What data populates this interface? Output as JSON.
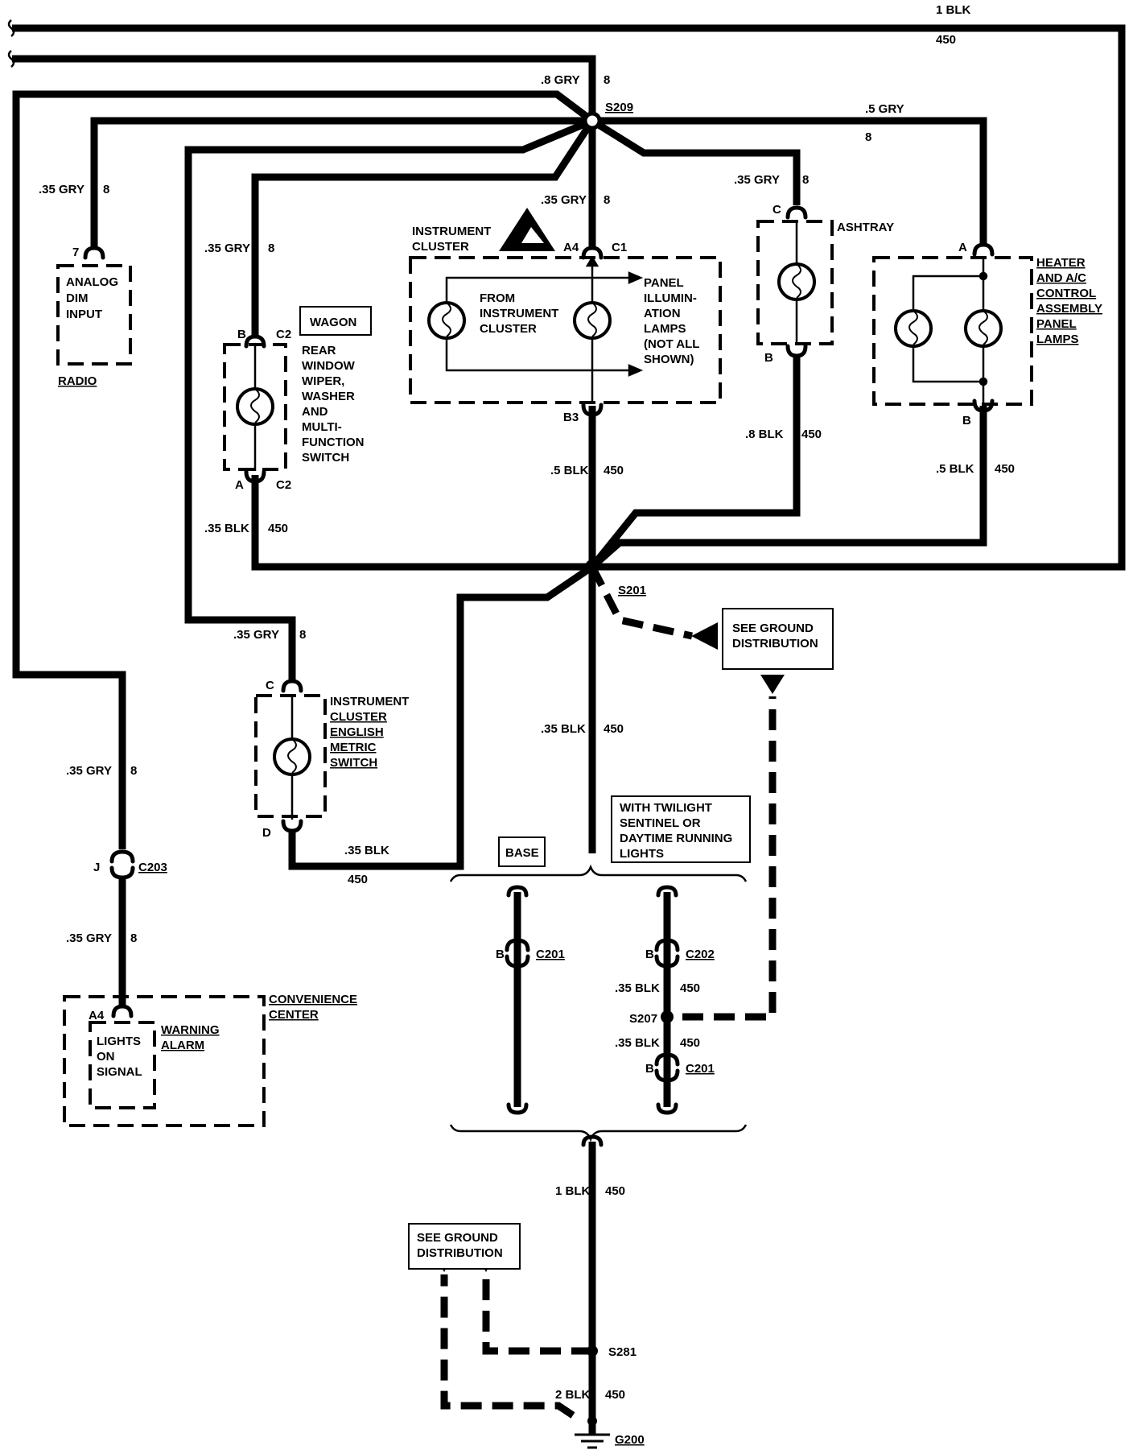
{
  "wires": {
    "top_blk": "1 BLK",
    "top_450": "450",
    "s209_gry": ".8 GRY",
    "s209_8": "8",
    "splice_s209": "S209",
    "right_gry": ".5 GRY",
    "right_8": "8",
    "radio_gry": ".35 GRY",
    "radio_8": "8",
    "ic_gry": ".35 GRY",
    "ic_8": "8",
    "ash_gry": ".35 GRY",
    "ash_8": "8",
    "wiper_gry": ".35 GRY",
    "wiper_8": "8",
    "ash_blk": ".8 BLK",
    "ash_450": "450",
    "ic_blk": ".5 BLK",
    "ic_450": "450",
    "heater_blk": ".5 BLK",
    "heater_450": "450",
    "wiper_blk": ".35 BLK",
    "wiper_450": "450",
    "splice_s201": "S201",
    "metric_gry": ".35 GRY",
    "metric_8": "8",
    "metric_blk": ".35 BLK",
    "metric_450": "450",
    "center_blk": ".35 BLK",
    "center_450": "450",
    "left_gry_a": ".35 GRY",
    "left_8_a": "8",
    "left_gry_b": ".35 GRY",
    "left_8_b": "8",
    "s207_blk_a": ".35 BLK",
    "s207_450_a": "450",
    "s207_blk_b": ".35 BLK",
    "s207_450_b": "450",
    "splice_s207": "S207",
    "main_blk": "1 BLK",
    "main_450": "450",
    "splice_s281": "S281",
    "g_blk": "2 BLK",
    "g_450": "450",
    "ground_g200": "G200"
  },
  "components": {
    "radio_pin": "7",
    "radio_l1": "ANALOG",
    "radio_l2": "DIM",
    "radio_l3": "INPUT",
    "radio_name": "RADIO",
    "ic_l1": "INSTRUMENT",
    "ic_l2": "CLUSTER",
    "ic_pin_a4": "A4",
    "ic_pin_c1": "C1",
    "ic_pin_b3": "B3",
    "ic_from_1": "FROM",
    "ic_from_2": "INSTRUMENT",
    "ic_from_3": "CLUSTER",
    "ic_panel_1": "PANEL",
    "ic_panel_2": "ILLUMIN-",
    "ic_panel_3": "ATION",
    "ic_panel_4": "LAMPS",
    "ic_panel_5": "(NOT ALL",
    "ic_panel_6": "SHOWN)",
    "ash_name": "ASHTRAY",
    "ash_pin_c": "C",
    "ash_pin_b": "B",
    "heat_pin_a": "A",
    "heat_pin_b": "B",
    "heat_l1": "HEATER",
    "heat_l2": "AND A/C",
    "heat_l3": "CONTROL",
    "heat_l4": "ASSEMBLY",
    "heat_l5": "PANEL",
    "heat_l6": "LAMPS",
    "wagon": "WAGON",
    "wip_pin_b": "B",
    "wip_c2_top": "C2",
    "wip_pin_a": "A",
    "wip_c2_bot": "C2",
    "wip_l1": "REAR",
    "wip_l2": "WINDOW",
    "wip_l3": "WIPER,",
    "wip_l4": "WASHER",
    "wip_l5": "AND",
    "wip_l6": "MULTI-",
    "wip_l7": "FUNCTION",
    "wip_l8": "SWITCH",
    "sgd1_l1": "SEE GROUND",
    "sgd1_l2": "DISTRIBUTION",
    "met_pin_c": "C",
    "met_pin_d": "D",
    "met_l1": "INSTRUMENT",
    "met_l2": "CLUSTER",
    "met_l3": "ENGLISH",
    "met_l4": "METRIC",
    "met_l5": "SWITCH",
    "tw_l1": "WITH TWILIGHT",
    "tw_l2": "SENTINEL OR",
    "tw_l3": "DAYTIME RUNNING",
    "tw_l4": "LIGHTS",
    "base": "BASE",
    "c203_pin": "J",
    "c203": "C203",
    "c201a_pin": "B",
    "c201a": "C201",
    "c202_pin": "B",
    "c202": "C202",
    "c201b_pin": "B",
    "c201b": "C201",
    "cc_pin": "A4",
    "cc_l1": "LIGHTS",
    "cc_l2": "ON",
    "cc_l3": "SIGNAL",
    "wa_l1": "WARNING",
    "wa_l2": "ALARM",
    "cc_name1": "CONVENIENCE",
    "cc_name2": "CENTER",
    "sgd2_l1": "SEE GROUND",
    "sgd2_l2": "DISTRIBUTION"
  }
}
